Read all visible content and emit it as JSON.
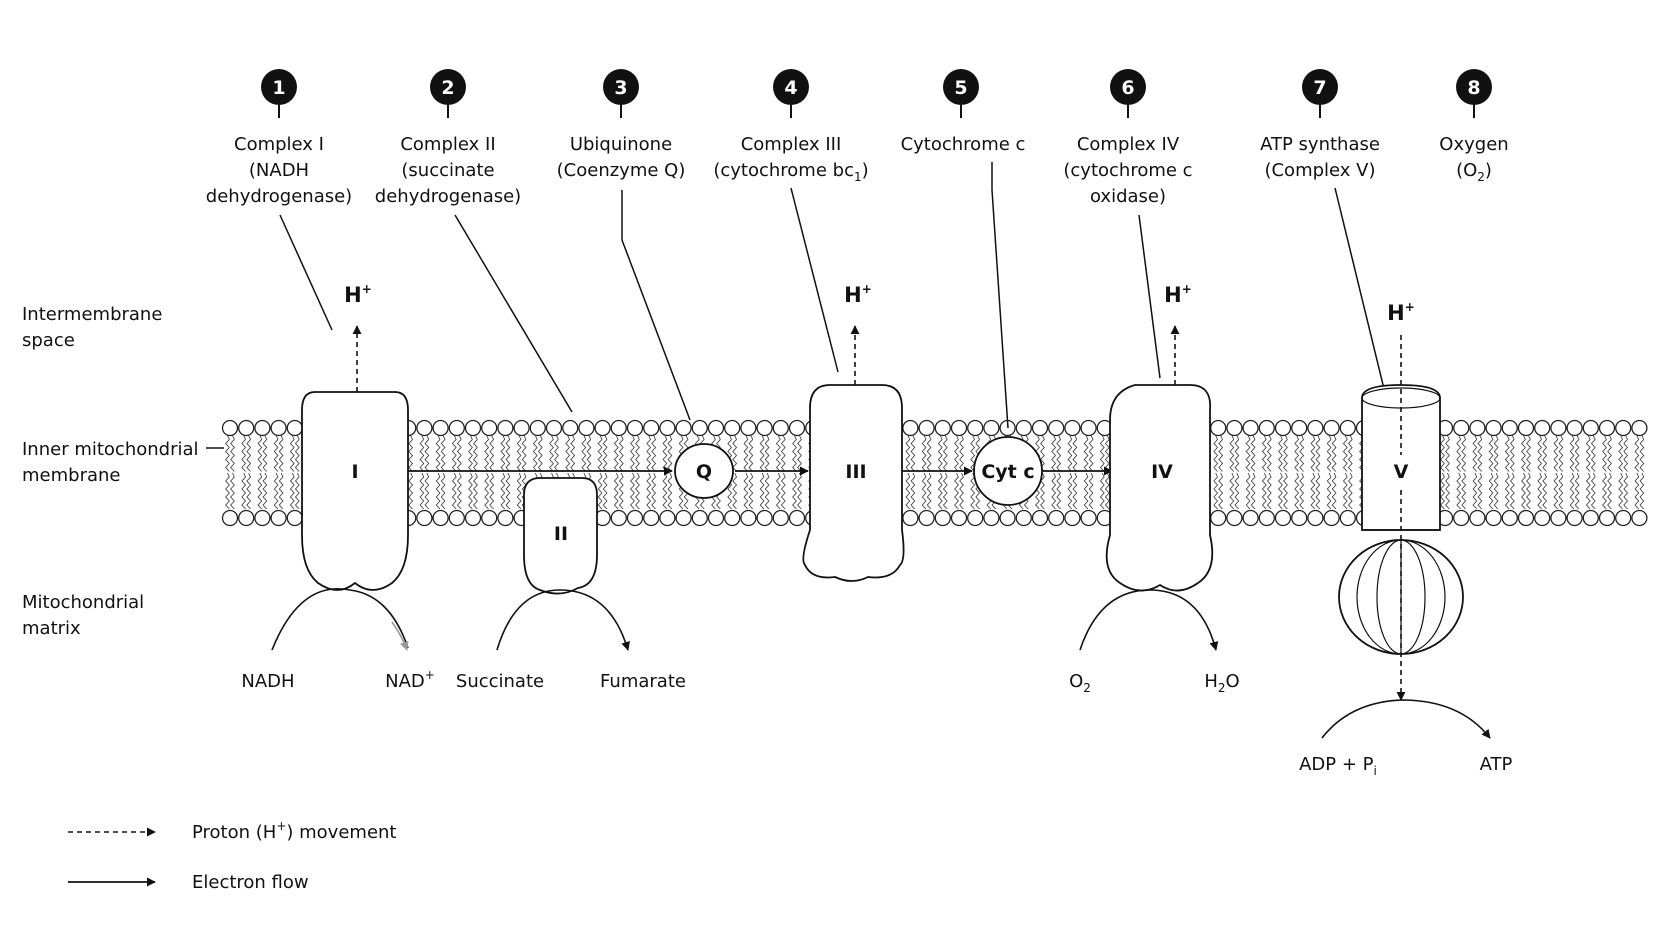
{
  "callouts": [
    {
      "num": "1",
      "lines": [
        "Complex I",
        "(NADH",
        "dehydrogenase)"
      ]
    },
    {
      "num": "2",
      "lines": [
        "Complex II",
        "(succinate",
        "dehydrogenase)"
      ]
    },
    {
      "num": "3",
      "lines": [
        "Ubiquinone",
        "(Coenzyme Q)"
      ]
    },
    {
      "num": "4",
      "lines": [
        "Complex III",
        "(cytochrome bc",
        "1",
        ")"
      ]
    },
    {
      "num": "5",
      "lines": [
        "Cytochrome c"
      ]
    },
    {
      "num": "6",
      "lines": [
        "Complex IV",
        "(cytochrome c",
        "oxidase)"
      ]
    },
    {
      "num": "7",
      "lines": [
        "ATP synthase",
        "(Complex V)"
      ]
    },
    {
      "num": "8",
      "lines": [
        "Oxygen",
        "(O",
        "2",
        ")"
      ]
    }
  ],
  "regions": {
    "intermembrane": [
      "Intermembrane",
      "space"
    ],
    "inner_membrane": [
      "Inner mitochondrial",
      "membrane"
    ],
    "matrix": [
      "Mitochondrial",
      "matrix"
    ]
  },
  "complexes": {
    "c1": "I",
    "c2": "II",
    "q": "Q",
    "c3": "III",
    "cytc": "Cyt c",
    "c4": "IV",
    "c5": "V"
  },
  "proton": {
    "h": "H",
    "plus": "+"
  },
  "substrates": {
    "nadh": "NADH",
    "nad": "NAD",
    "nad_sup": "+",
    "succinate": "Succinate",
    "fumarate": "Fumarate",
    "o2": "O",
    "o2_sub": "2",
    "h2o_a": "H",
    "h2o_sub": "2",
    "h2o_b": "O",
    "adp": "ADP + P",
    "adp_sub": "i",
    "atp": "ATP"
  },
  "legend": {
    "proton_a": "Proton (H",
    "proton_sup": "+",
    "proton_b": ") movement",
    "electron": "Electron flow"
  }
}
